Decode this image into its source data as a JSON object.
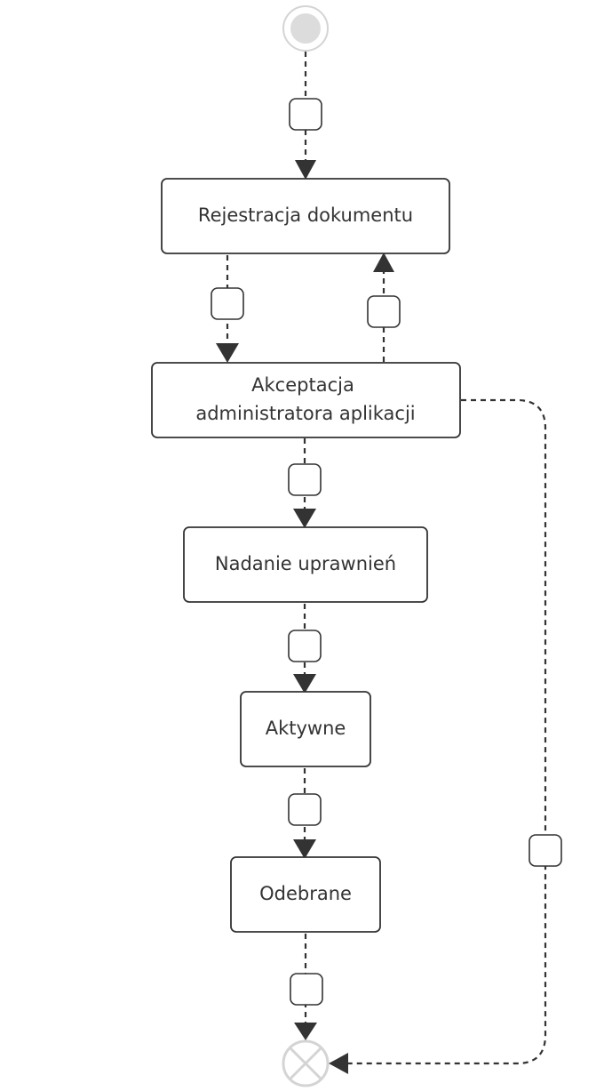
{
  "diagram": {
    "type": "state-diagram",
    "start": {
      "name": "start"
    },
    "end": {
      "name": "end"
    },
    "states": [
      {
        "id": "rejestracja",
        "lines": [
          "Rejestracja dokumentu"
        ]
      },
      {
        "id": "akceptacja",
        "lines": [
          "Akceptacja",
          "administratora aplikacji"
        ]
      },
      {
        "id": "nadanie",
        "lines": [
          "Nadanie uprawnień"
        ]
      },
      {
        "id": "aktywne",
        "lines": [
          "Aktywne"
        ]
      },
      {
        "id": "odebrane",
        "lines": [
          "Odebrane"
        ]
      }
    ],
    "transitions": [
      {
        "from": "start",
        "to": "rejestracja",
        "label": ""
      },
      {
        "from": "rejestracja",
        "to": "akceptacja",
        "label": ""
      },
      {
        "from": "akceptacja",
        "to": "rejestracja",
        "label": ""
      },
      {
        "from": "akceptacja",
        "to": "nadanie",
        "label": ""
      },
      {
        "from": "akceptacja",
        "to": "end",
        "label": ""
      },
      {
        "from": "nadanie",
        "to": "aktywne",
        "label": ""
      },
      {
        "from": "aktywne",
        "to": "odebrane",
        "label": ""
      },
      {
        "from": "odebrane",
        "to": "end",
        "label": ""
      }
    ]
  }
}
